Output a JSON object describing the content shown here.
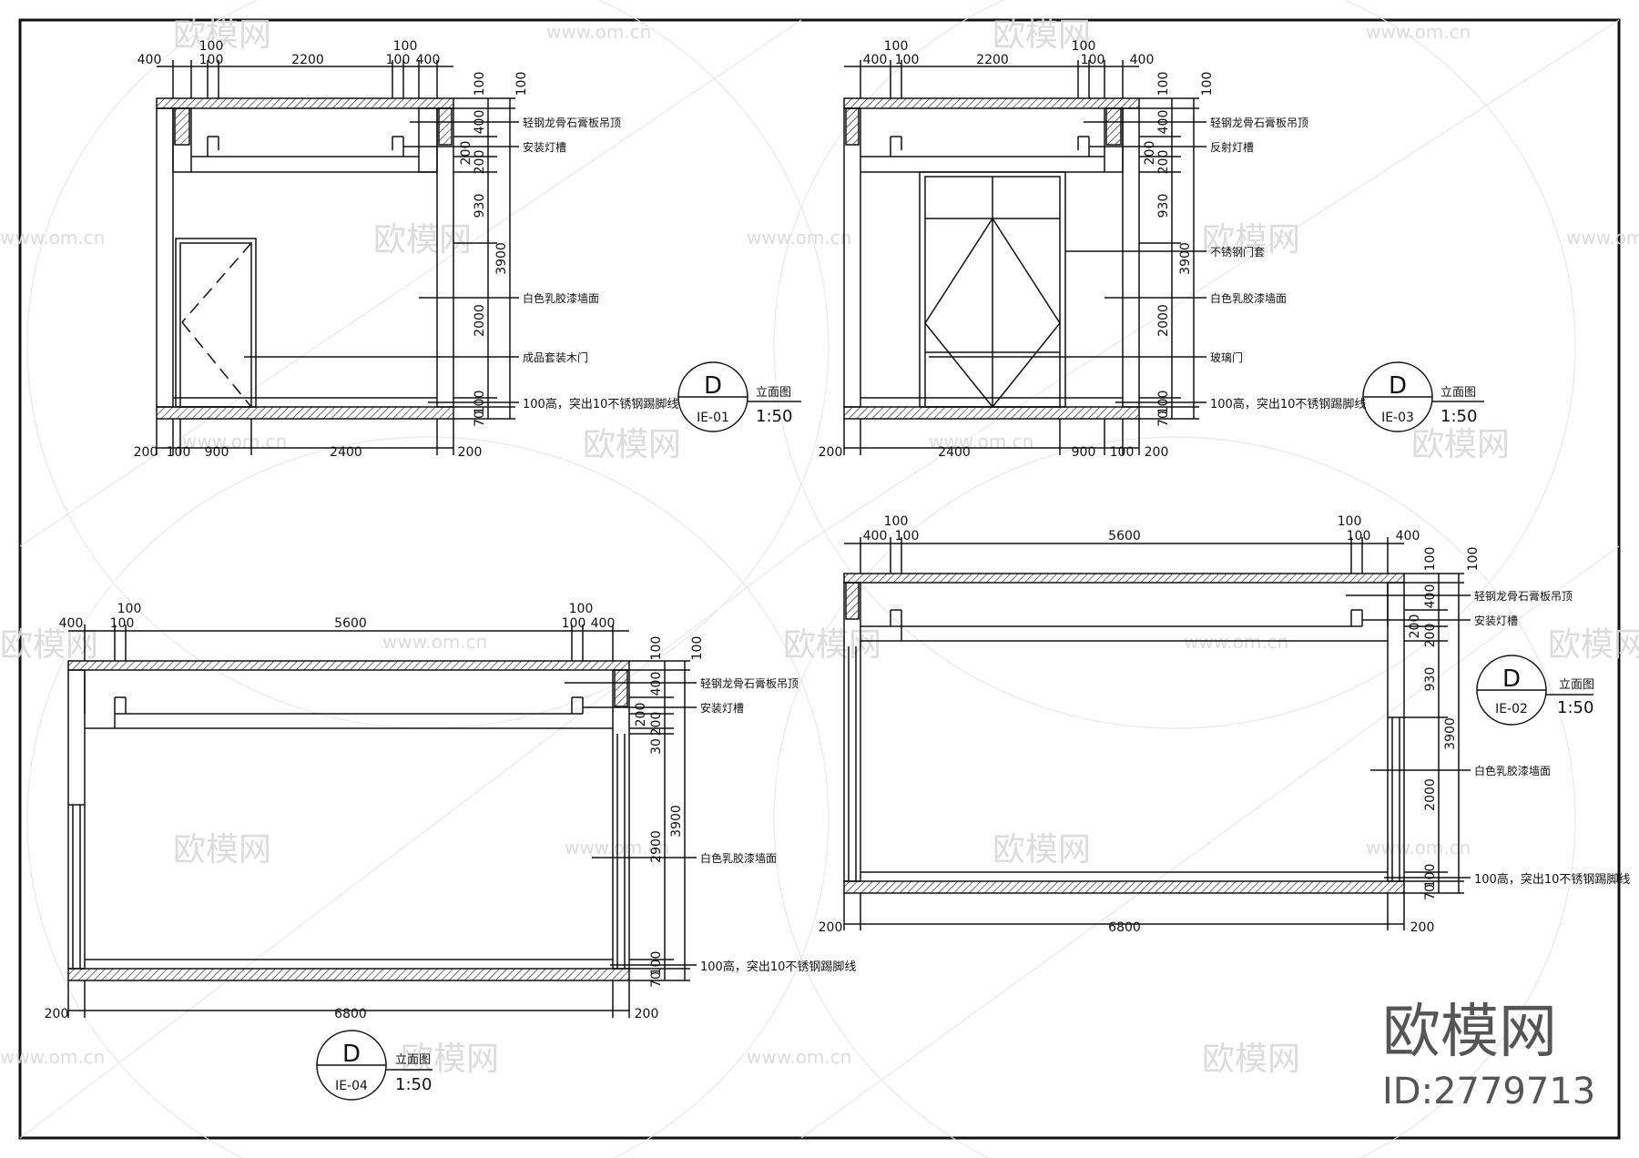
{
  "views": [
    {
      "id": "IE-01",
      "tag": {
        "letter": "D",
        "code": "IE-01",
        "title": "立面图",
        "scale": "1:50"
      },
      "top_dims": [
        "400",
        "100",
        "100",
        "2200",
        "100",
        "100",
        "400"
      ],
      "bottom_dims": [
        "200",
        "100",
        "900",
        "2400",
        "200"
      ],
      "side_dims": [
        "100",
        "100",
        "400",
        "200",
        "200",
        "930",
        "3900",
        "2000",
        "100",
        "70"
      ],
      "labels": [
        "轻钢龙骨石膏板吊顶",
        "安装灯槽",
        "白色乳胶漆墙面",
        "成品套装木门",
        "100高，突出10不锈钢踢脚线"
      ]
    },
    {
      "id": "IE-03",
      "tag": {
        "letter": "D",
        "code": "IE-03",
        "title": "立面图",
        "scale": "1:50"
      },
      "top_dims": [
        "400",
        "100",
        "100",
        "2200",
        "100",
        "100",
        "400"
      ],
      "bottom_dims": [
        "200",
        "2400",
        "900",
        "100",
        "200"
      ],
      "side_dims": [
        "100",
        "100",
        "400",
        "200",
        "200",
        "930",
        "3900",
        "2000",
        "100",
        "70"
      ],
      "labels": [
        "轻钢龙骨石膏板吊顶",
        "反射灯槽",
        "不锈钢门套",
        "白色乳胶漆墙面",
        "玻璃门",
        "100高，突出10不锈钢踢脚线"
      ]
    },
    {
      "id": "IE-04",
      "tag": {
        "letter": "D",
        "code": "IE-04",
        "title": "立面图",
        "scale": "1:50"
      },
      "top_dims": [
        "400",
        "100",
        "100",
        "5600",
        "100",
        "100",
        "400"
      ],
      "bottom_dims": [
        "200",
        "6800",
        "200"
      ],
      "side_dims": [
        "100",
        "100",
        "400",
        "200",
        "200",
        "30",
        "3900",
        "2900",
        "100",
        "70"
      ],
      "labels": [
        "轻钢龙骨石膏板吊顶",
        "安装灯槽",
        "白色乳胶漆墙面",
        "100高，突出10不锈钢踢脚线"
      ]
    },
    {
      "id": "IE-02",
      "tag": {
        "letter": "D",
        "code": "IE-02",
        "title": "立面图",
        "scale": "1:50"
      },
      "top_dims": [
        "400",
        "100",
        "100",
        "5600",
        "100",
        "100",
        "400"
      ],
      "bottom_dims": [
        "200",
        "6800",
        "200"
      ],
      "side_dims": [
        "100",
        "100",
        "400",
        "200",
        "200",
        "930",
        "3900",
        "2000",
        "100",
        "70"
      ],
      "labels": [
        "轻钢龙骨石膏板吊顶",
        "安装灯槽",
        "白色乳胶漆墙面",
        "100高，突出10不锈钢踢脚线"
      ]
    }
  ],
  "watermark": {
    "site": "www.om.cn",
    "brand": "欧模网"
  },
  "brand": {
    "name": "欧模网",
    "id": "ID:2779713"
  },
  "colors": {
    "line": "#111111",
    "watermark": "#d9d9d9",
    "brand": "#555555"
  }
}
